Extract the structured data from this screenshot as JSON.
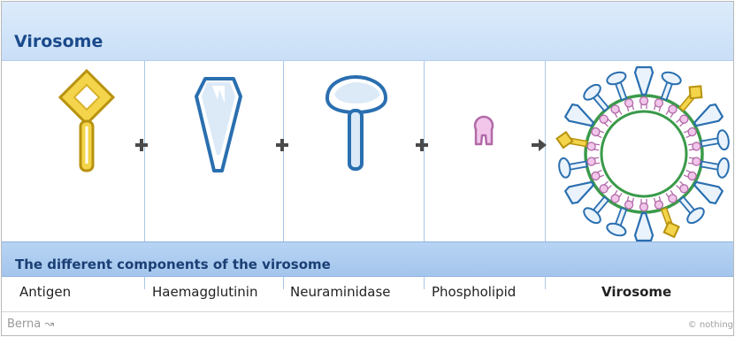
{
  "header": {
    "title": "Virosome"
  },
  "subheader": {
    "title": "The different components of the virosome"
  },
  "components": [
    {
      "label": "Antigen",
      "icon": "antigen-icon"
    },
    {
      "label": "Haemagglutinin",
      "icon": "haemagglutinin-icon"
    },
    {
      "label": "Neuraminidase",
      "icon": "neuraminidase-icon"
    },
    {
      "label": "Phospholipid",
      "icon": "phospholipid-icon"
    },
    {
      "label": "Virosome",
      "icon": "virosome-icon"
    }
  ],
  "operators": [
    "+",
    "+",
    "+",
    "→"
  ],
  "footer": {
    "brand": "Berna ↝",
    "credit": "© nothing"
  },
  "colors": {
    "header_bg": "#c9dff7",
    "title_text": "#1b4a8c",
    "antigen_fill": "#f3d44a",
    "protein_outline": "#2a6fb0",
    "protein_fill": "#ffffff",
    "phospholipid_fill": "#f1c6ea",
    "membrane_green": "#3a9a4a"
  }
}
